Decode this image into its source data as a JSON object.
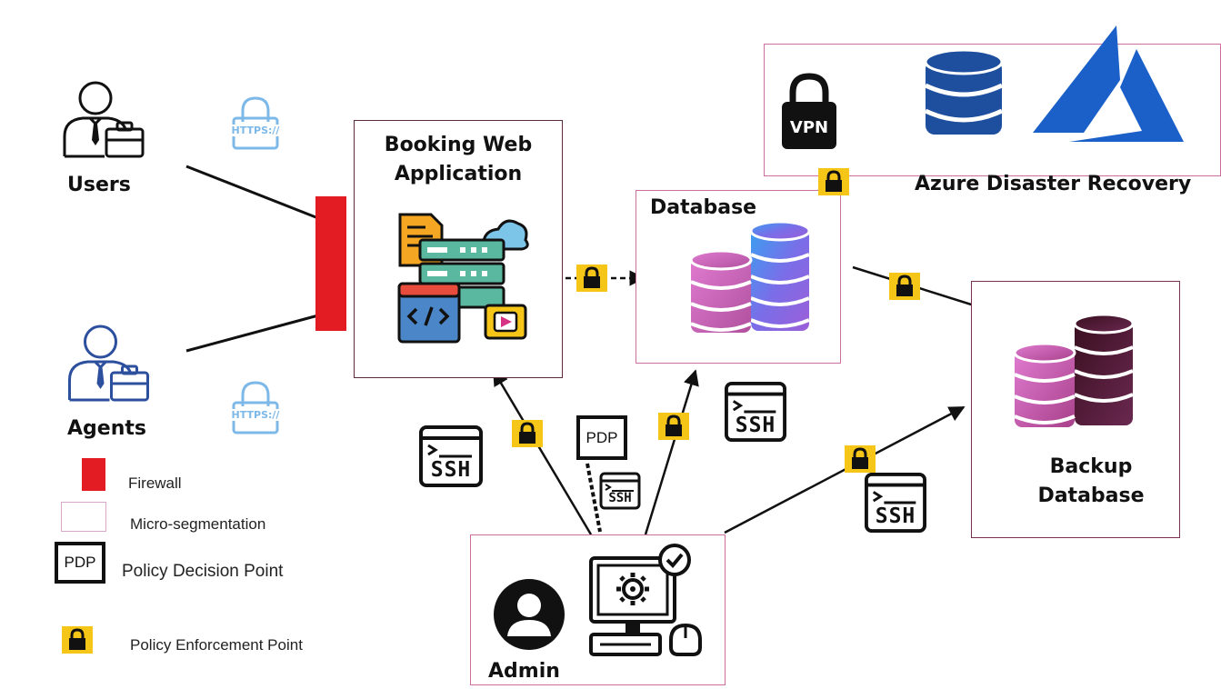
{
  "nodes": {
    "users": "Users",
    "agents": "Agents",
    "booking_app": [
      "Booking Web",
      "Application"
    ],
    "database": "Database",
    "azure_dr": "Azure Disaster Recovery",
    "backup_db": [
      "Backup",
      "Database"
    ],
    "admin": "Admin"
  },
  "badges": {
    "https": "HTTPS://",
    "vpn": "VPN",
    "pdp": "PDP",
    "ssh": "SSH"
  },
  "legend": {
    "firewall": "Firewall",
    "micro_segmentation": "Micro-segmentation",
    "pdp_label": "PDP",
    "pdp": "Policy Decision Point",
    "pep": "Policy Enforcement Point"
  },
  "colors": {
    "firewall": "#e31b23",
    "pep": "#f5c518",
    "segment_border": "#cc6f9e",
    "azure_blue": "#1b5fc9",
    "db_blue": "#1d4f9e",
    "https_blue": "#7cb8e8"
  }
}
